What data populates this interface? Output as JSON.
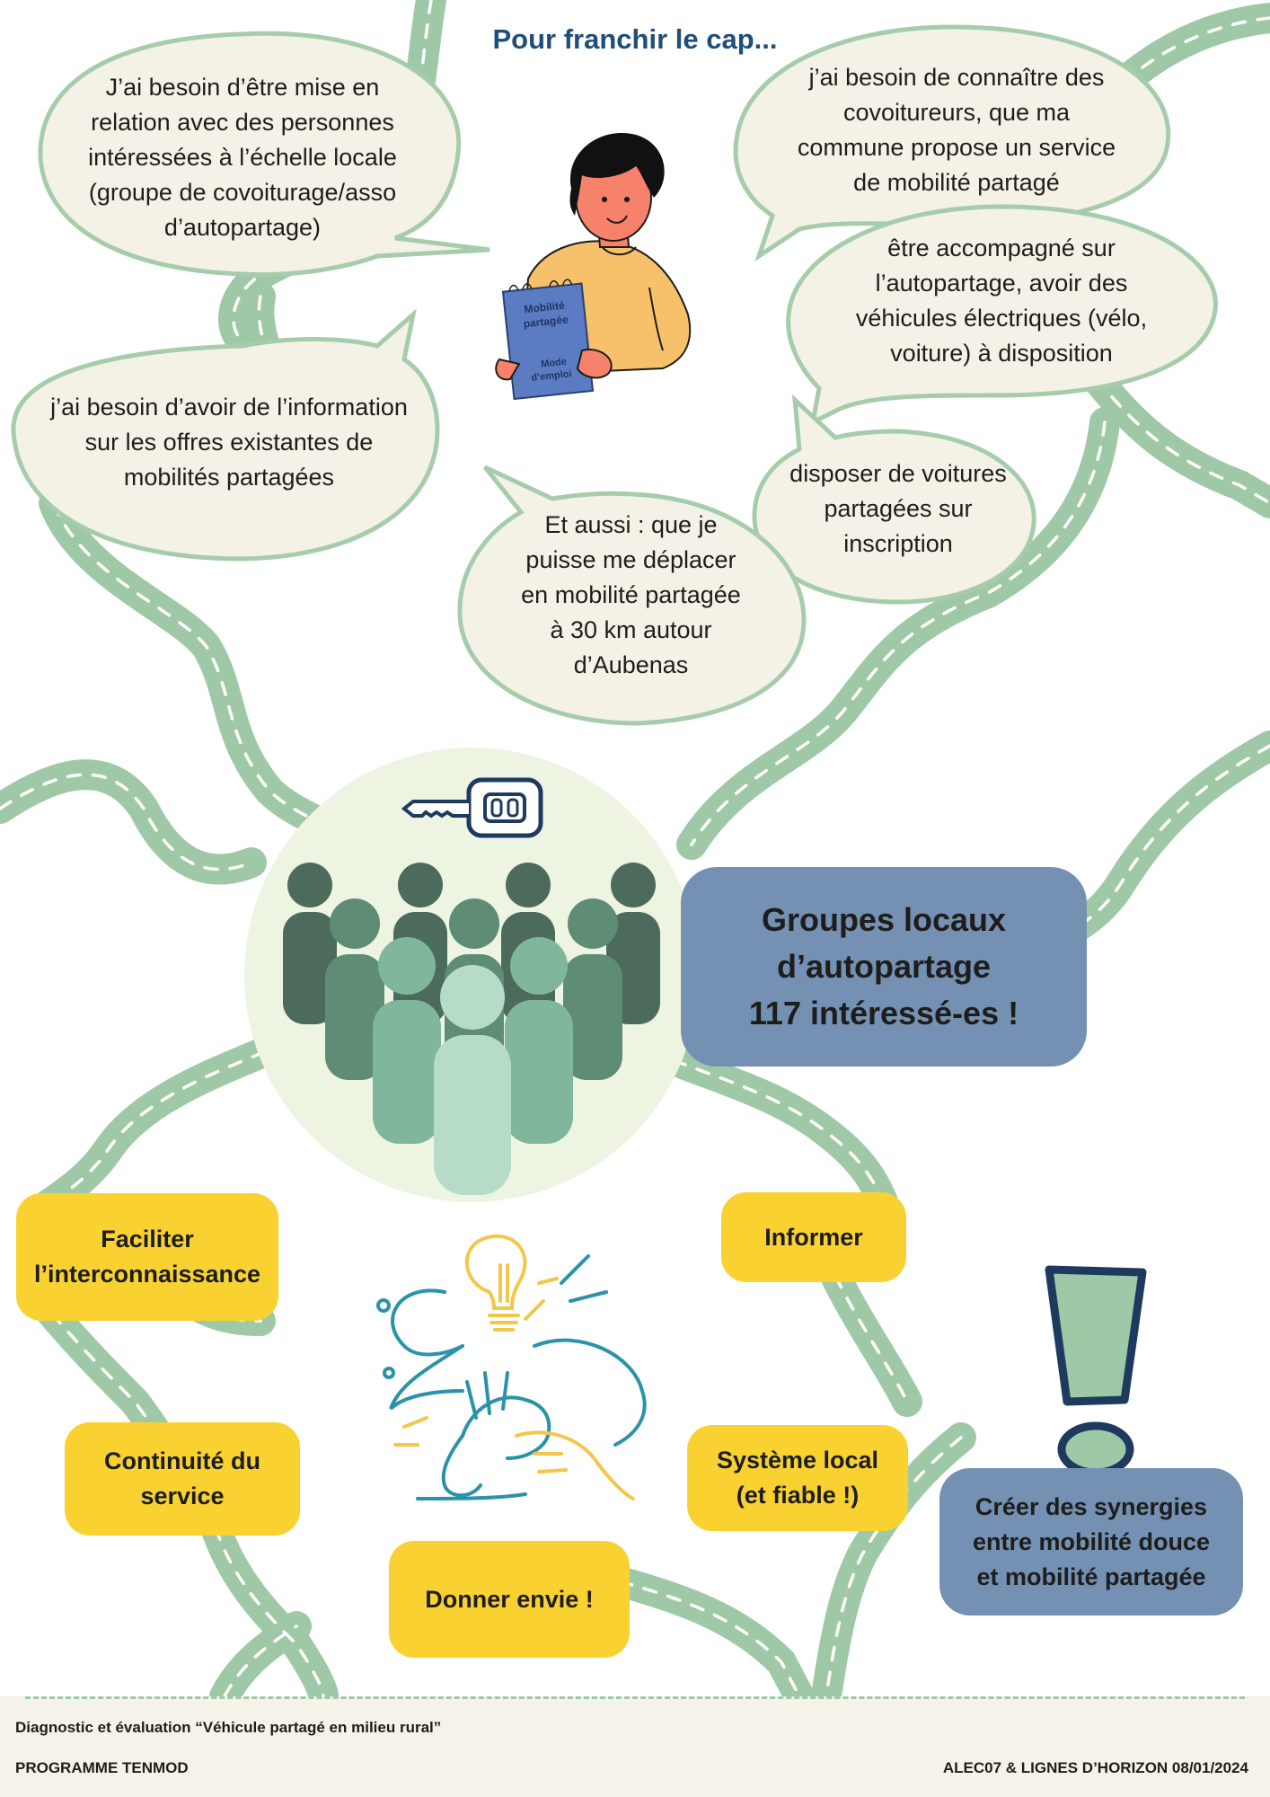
{
  "title": "Pour franchir le cap...",
  "bubbles": {
    "local_contacts": [
      "J’ai besoin d’être mise en",
      "relation avec des personnes",
      "intéressées à l’échelle locale",
      "(groupe de covoiturage/asso",
      "d’autopartage)"
    ],
    "know_carpoolers": [
      "j’ai besoin de connaître des",
      "covoitureurs, que ma",
      "commune propose un service",
      "de mobilité partagé"
    ],
    "accompanied": [
      "être accompagné sur",
      "l’autopartage, avoir des",
      "véhicules électriques (vélo,",
      "voiture) à disposition"
    ],
    "information": [
      "j’ai besoin d’avoir de l’information",
      "sur les offres existantes de",
      "mobilités partagées"
    ],
    "cars_on_registration": [
      "disposer de voitures",
      "partagées sur",
      "inscription"
    ],
    "aubenas": [
      "Et aussi : que je",
      "puisse me déplacer",
      "en mobilité partagée",
      "à 30 km autour",
      "d’Aubenas"
    ]
  },
  "book": {
    "line1": "Mobilité",
    "line2": "partagée",
    "line3": "Mode",
    "line4": "d’emploi"
  },
  "groups_box": [
    "Groupes locaux",
    "d’autopartage",
    "117 intéressé-es !"
  ],
  "pills": {
    "interconnaissance": [
      "Faciliter",
      "l’interconnaissance"
    ],
    "informer": [
      "Informer"
    ],
    "continuite": [
      "Continuité du",
      "service"
    ],
    "systeme": [
      "Système local",
      "(et fiable !)"
    ],
    "envie": [
      "Donner envie !"
    ]
  },
  "synergies_box": [
    "Créer des synergies",
    "entre mobilité douce",
    "et mobilité partagée"
  ],
  "footer": {
    "diagnostic": "Diagnostic et évaluation “Véhicule partagé en milieu rural”",
    "programme": "PROGRAMME TENMOD",
    "credits": "ALEC07 & LIGNES D’HORIZON 08/01/2024"
  },
  "colors": {
    "road": "#9fc9a6",
    "bubble_fill": "#f4f2e7",
    "bubble_stroke": "#a6ccab",
    "pill_yellow": "#f9d232",
    "box_blue": "#7490b2",
    "title_blue": "#1f4e79",
    "circle_green": "#eef4e2"
  },
  "icons": [
    "key-fob-icon",
    "people-group-icon",
    "lightbulb-icon",
    "handshake-icon",
    "exclamation-icon",
    "person-reading-icon"
  ]
}
